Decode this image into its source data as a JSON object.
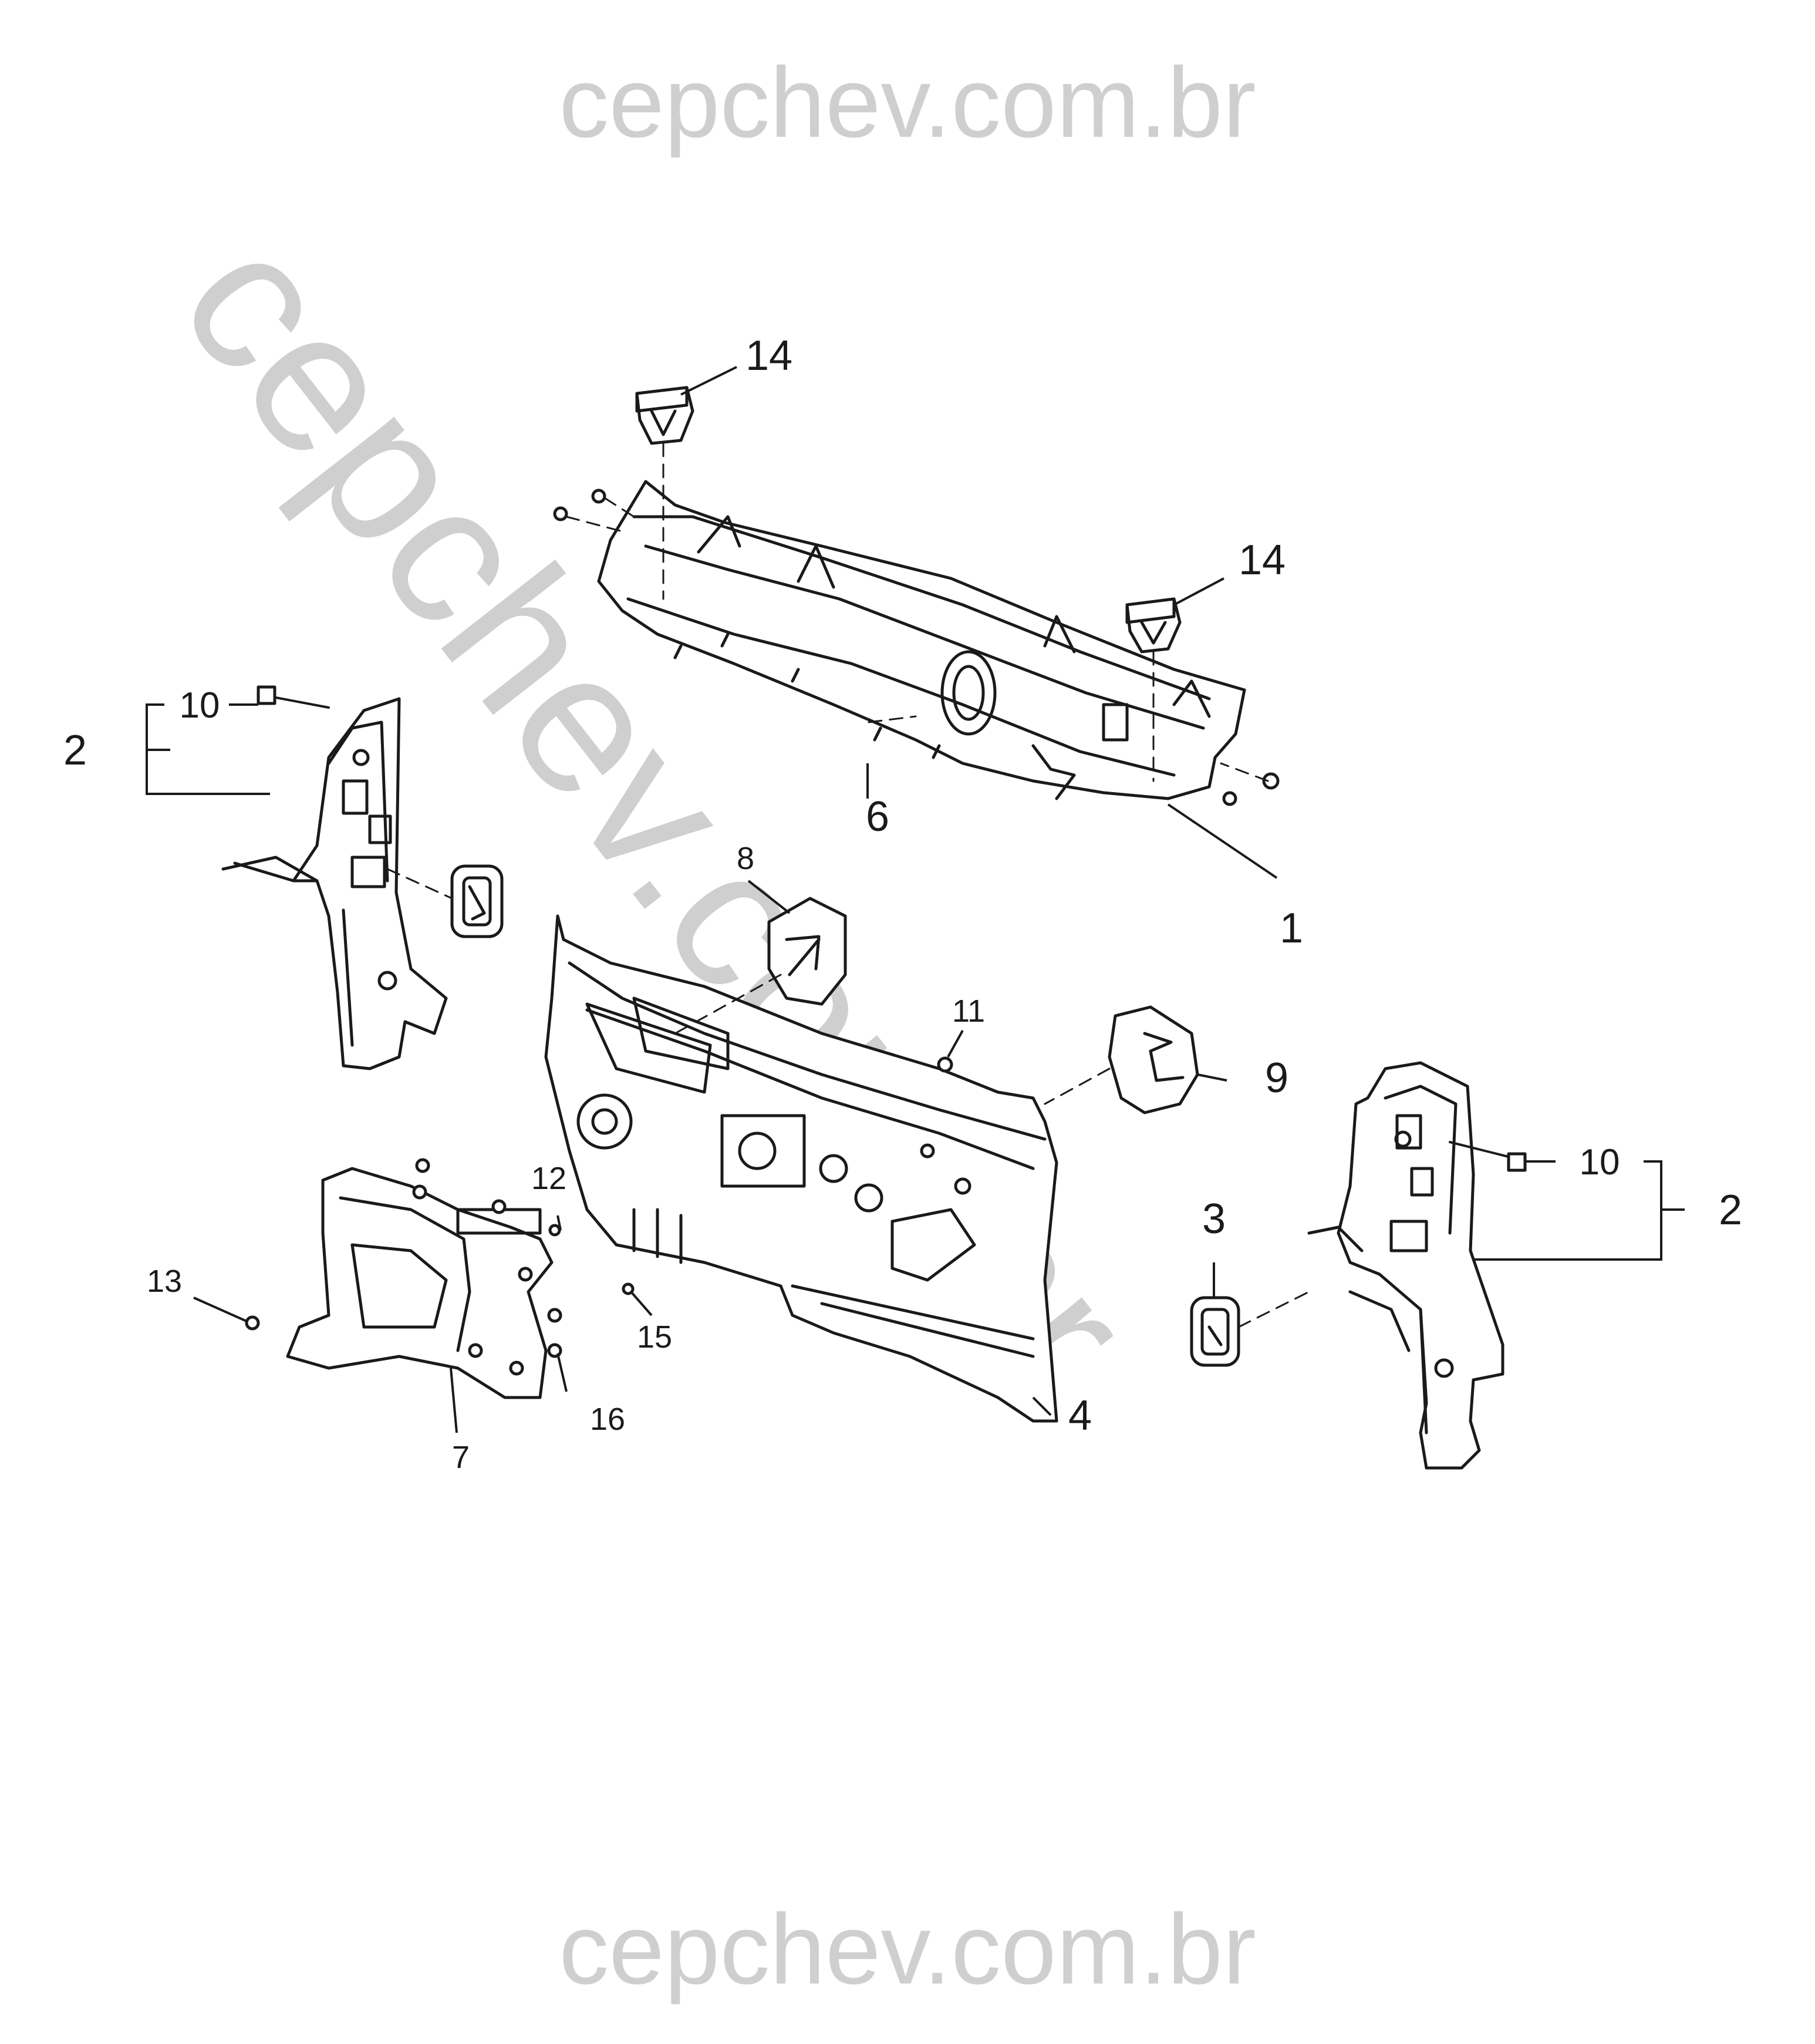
{
  "watermark": {
    "top_text": "cepchev.com.br",
    "bottom_text": "cepchev.com.br",
    "diagonal_text": "cepchev.com.br",
    "color": "#cfcfcf"
  },
  "callouts": {
    "c1": "1",
    "c2_left": "2",
    "c2_right": "2",
    "c3": "3",
    "c4": "4",
    "c6": "6",
    "c7": "7",
    "c8": "8",
    "c9": "9",
    "c10_left": "10",
    "c10_right": "10",
    "c11": "11",
    "c12": "12",
    "c13": "13",
    "c14_top": "14",
    "c14_right": "14",
    "c15": "15",
    "c16": "16"
  },
  "colors": {
    "line": "#1a1a1a",
    "fill": "#ffffff"
  }
}
